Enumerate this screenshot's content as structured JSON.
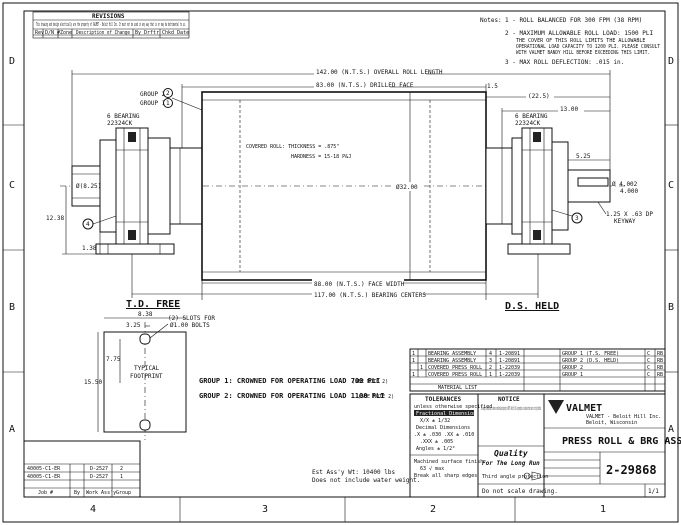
{
  "revisions": {
    "title": "REVISIONS",
    "notice": "This drawing and design electrically are the property of VALMET - Beloit Hill Inc. It must not be used in any way that is or may be detrimental to us.",
    "headers": [
      "Rev",
      "D/N #",
      "Zone",
      "Description of Change",
      "By Drftr",
      "Chkd Date"
    ]
  },
  "notes": {
    "label": "Notes:",
    "items": [
      "1 - ROLL BALANCED FOR 300 FPM (38 RPM)",
      "2 - MAXIMUM ALLOWABLE ROLL LOAD: 1500 PLI",
      "THE COVER OF THIS ROLL LIMITS THE ALLOWABLE",
      "OPERATIONAL LOAD CAPACITY TO 1200 PLI. PLEASE CONSULT",
      "WITH VALMET BANDY HILL BEFORE EXCEEDING THIS LIMIT.",
      "3 - MAX ROLL DEFLECTION: .015 in."
    ]
  },
  "zones_vertical": [
    "D",
    "C",
    "B",
    "A"
  ],
  "zones_horizontal": [
    "4",
    "3",
    "2",
    "1"
  ],
  "dims": {
    "overall": "142.00 (N.T.S.) OVERALL ROLL LENGTH",
    "drilled": "83.00 (N.T.S.) DRILLED FACE",
    "d15": "1.5",
    "d225": "(22.5)",
    "d13": "13.00",
    "d825": "Ø(8.25)",
    "d1238": "12.38",
    "d138": "1.38",
    "d32": "Ø32.00",
    "d525": "5.25",
    "d40": "Ø 4.002",
    "d40b": "4.000",
    "key1": "1.25 X .63 DP",
    "key2": "KEYWAY",
    "face": "88.00 (N.T.S.) FACE WIDTH",
    "centers": "117.00 (N.T.S.) BEARING CENTERS",
    "brg_left": "6 BEARING",
    "brg_left2": "22324CK",
    "brg_right": "6 BEARING",
    "brg_right2": "22324CK",
    "group2": "GROUP 2",
    "group1": "GROUP 1",
    "covered": "COVERED ROLL:  THICKNESS = .875\"",
    "hardness": "HARDNESS = 15-18 P&J",
    "end_left": "T.D. FREE",
    "end_right": "D.S. HELD"
  },
  "footprint": {
    "d838": "8.38",
    "d325": "3.25",
    "slots": "(2) SLOTS FOR",
    "slots2": "Ø1.00 BOLTS",
    "typical": "TYPICAL",
    "footprint": "FOOTPRINT",
    "d775": "7.75",
    "d1550": "15.50"
  },
  "groups": {
    "g1": "GROUP 1:  CROWNED FOR OPERATING LOAD 700 PLI",
    "g1note": "(SEE NOTE 2)",
    "g2": "GROUP 2:  CROWNED FOR OPERATING LOAD 1100 PLI",
    "g2note": "(SEE NOTE 2)"
  },
  "weight": {
    "line1": "Est Ass'y Wt:  10400 lbs",
    "line2": "Does not include water weight."
  },
  "bom": {
    "rows": [
      [
        "1",
        "",
        "BEARING ASSEMBLY",
        "4",
        "1-20891"
      ],
      [
        "1",
        "",
        "BEARING ASSEMBLY",
        "3",
        "1-20891"
      ],
      [
        "",
        "1",
        "COVERED PRESS ROLL",
        "2",
        "1-22039"
      ],
      [
        "1",
        "",
        "COVERED PRESS ROLL",
        "1",
        "1-22039"
      ]
    ],
    "footer": "MATERIAL LIST",
    "groups_hdr": [
      "GROUP 1 (T.S. FREE)",
      "GROUP 2 (D.S. HELD)",
      "GROUP 2",
      "GROUP 1"
    ],
    "groups_code": [
      "C",
      "C",
      "C",
      "C"
    ],
    "groups_code2": [
      "RB",
      "RB",
      "RB",
      "RB"
    ]
  },
  "tolerances": {
    "title": "TOLERANCES",
    "sub": "unless otherwise specified",
    "lines": [
      "Fractional Dimensions",
      "X/X ± 1/32",
      "Decimal Dimensions",
      ".X ± .030  .XX ± .010",
      ".XXX ± .005",
      "Angles ± 1/2°"
    ],
    "surf": [
      "Machined surface finish",
      "63 √ max",
      "Break all sharp edges"
    ]
  },
  "notice": {
    "title": "NOTICE",
    "body": "This drawing, information and its content are confidential and proprietary to VALMET - Beloit Hill Inc. Any reproduction or use without written consent is strictly prohibited.",
    "quality": "Quality",
    "long_run": "For The Long Run",
    "third_angle": "Third angle projection",
    "no_scale": "Do not scale drawing."
  },
  "title_block": {
    "company": "VALMET",
    "company_sub": "VALMET - Beloit Hill Inc.",
    "city": "Beloit, Wisconsin",
    "title": "PRESS ROLL & BRG ASS'Y",
    "dwg_no": "2-29868",
    "sheet": "1/1"
  },
  "refs": {
    "rows": [
      [
        "40005-C1-ER",
        "D-2527",
        "2"
      ],
      [
        "40005-C1-ER",
        "D-2527",
        "1"
      ]
    ],
    "headers": [
      "Job #",
      "By",
      "Work Ass'y",
      "Group"
    ]
  },
  "balloons": [
    "1",
    "2",
    "3",
    "4"
  ]
}
